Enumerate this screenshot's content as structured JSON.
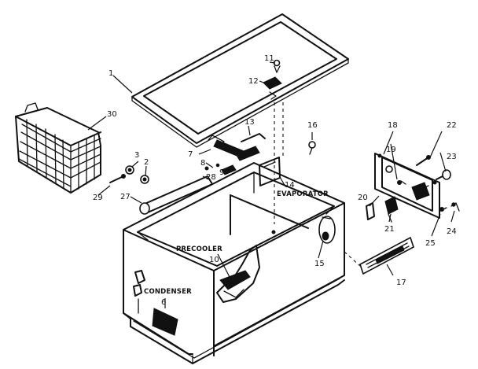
{
  "part_numbers": {
    "p1": "1",
    "p2": "2",
    "p3": "3",
    "p7": "7",
    "p8": "8",
    "p9": "9",
    "p10": "10",
    "p11": "11",
    "p12": "12",
    "p13": "13",
    "p14": "14",
    "p15": "15",
    "p16": "16",
    "p17": "17",
    "p18": "18",
    "p19": "19",
    "p20": "20",
    "p21": "21",
    "p22": "22",
    "p23": "23",
    "p24": "24",
    "p25": "25",
    "p27": "27",
    "p28": "28",
    "p29": "29",
    "p30": "30",
    "p6": "6"
  },
  "labels": {
    "evaporator": "EVAPORATOR",
    "precooler": "PRECOOLER",
    "condenser": "CONDENSER"
  }
}
